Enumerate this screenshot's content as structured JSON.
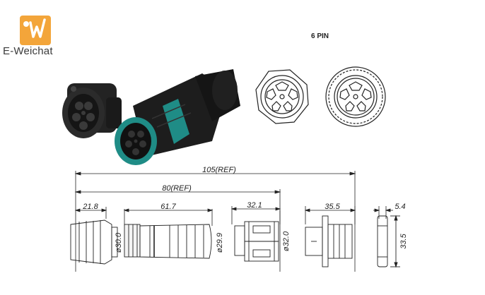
{
  "brand": {
    "name": "E-Weichat",
    "logo_icon": "w-logo-icon",
    "logo_color": "#f3a53a"
  },
  "title": "6 PIN",
  "dimensions": {
    "total_length": "105(REF)",
    "body_length": "80(REF)",
    "cable_gland_length": "21.8",
    "plug_length": "61.7",
    "socket_length": "32.1",
    "panel_socket_length": "35.5",
    "flange_thickness": "5.4",
    "plug_diameter": "ø30.0",
    "body_diameter": "ø29.9",
    "socket_diameter": "ø32.0",
    "flange_height": "33.5"
  },
  "colors": {
    "connector_body": "#1c1c1c",
    "connector_accent": "#1f8c86",
    "line": "#222222"
  }
}
